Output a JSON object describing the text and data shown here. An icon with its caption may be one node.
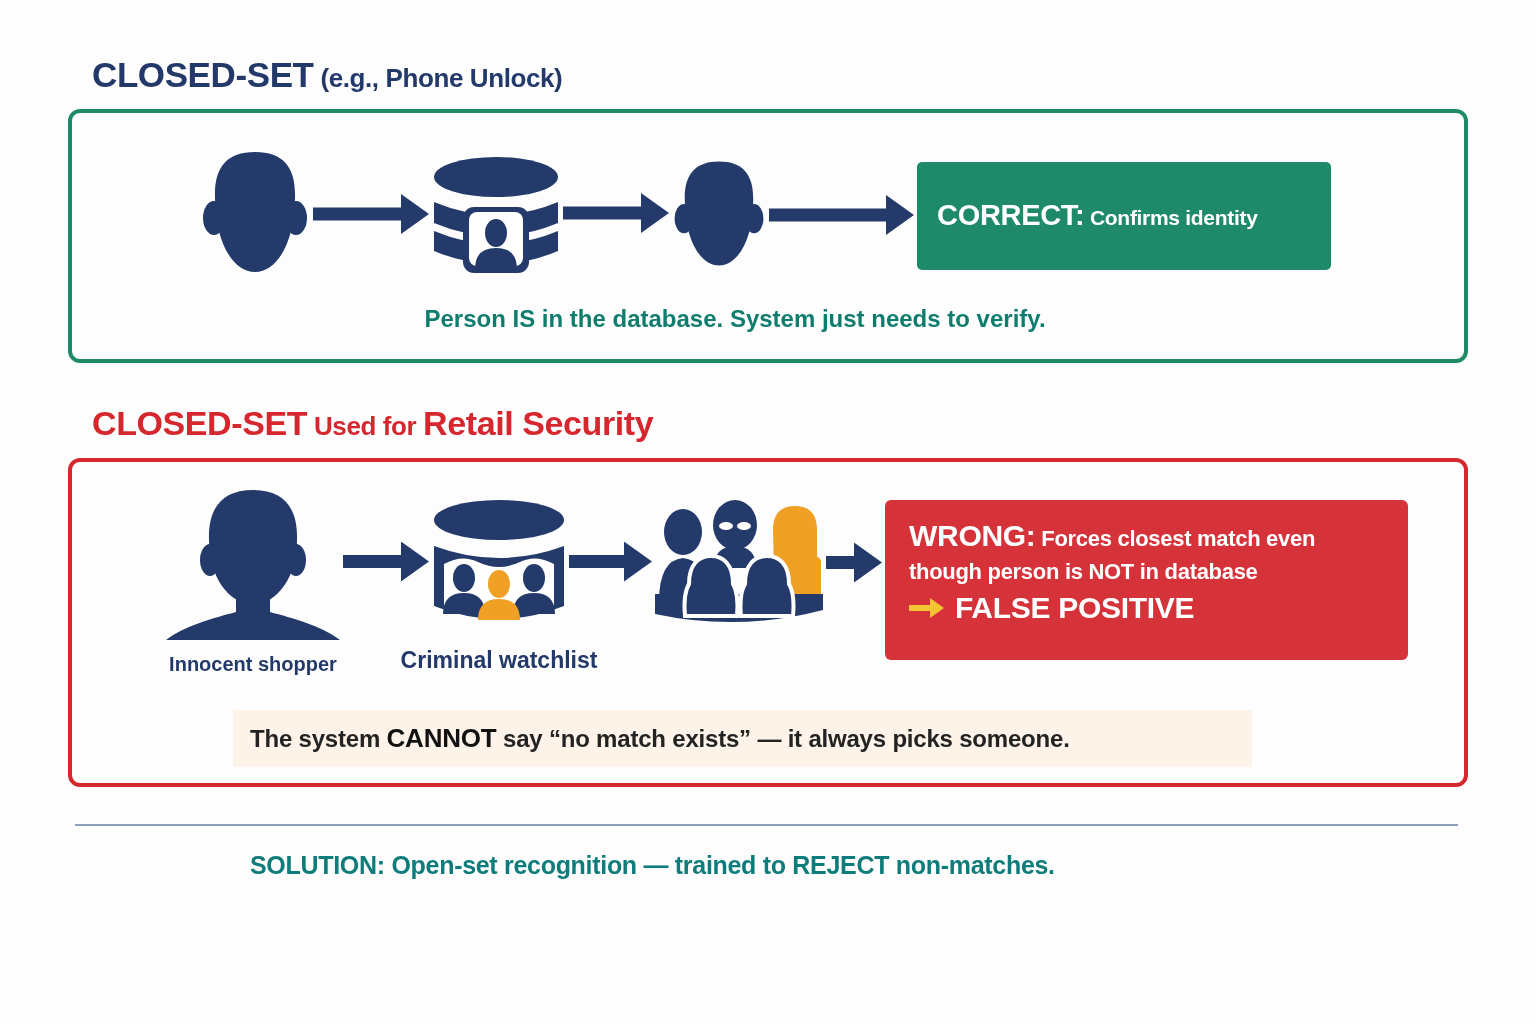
{
  "diagram": {
    "nodes": [
      {
        "text": [
          "**CLOSED-SET** (e.g., Phone Unlock)",
          "Person IS in the database. System just needs to verify."
        ]
      },
      {
        "text": [],
        "shape": "person",
        "in": 0
      },
      {
        "text": [],
        "shape": "cylinder",
        "in": 0
      },
      {
        "text": [],
        "shape": "person",
        "in": 0
      },
      {
        "text": [
          "**CORRECT:** Confirms identity"
        ],
        "in": 0
      },
      {
        "text": [
          "**CLOSED-SET** Used for **Retail Security**"
        ]
      },
      {
        "text": [],
        "shape": "person",
        "in": 5,
        "beside": [
          "Innocent shopper"
        ]
      },
      {
        "text": [],
        "shape": "cylinder",
        "in": 5,
        "beside": [
          "Criminal watchlist"
        ]
      },
      {
        "text": [],
        "shape": "person",
        "in": 5
      },
      {
        "text": [
          "**WRONG:** Forces closest match even though person is NOT in database",
          "FALSE POSITIVE"
        ],
        "in": 5
      },
      {
        "text": [
          "The system **CANNOT** say “no match exists” — it always picks someone."
        ],
        "in": 5
      }
    ],
    "edges": [
      {
        "from": 1,
        "to": 2,
        "arrow": "to"
      },
      {
        "from": 2,
        "to": 3,
        "arrow": "to"
      },
      {
        "from": 3,
        "to": 4,
        "arrow": "to"
      },
      {
        "from": 6,
        "to": 7,
        "arrow": "to"
      },
      {
        "from": 7,
        "to": 8,
        "arrow": "to"
      },
      {
        "from": 8,
        "to": 9,
        "arrow": "to"
      }
    ],
    "labels": [
      "SOLUTION: Open-set recognition — trained to REJECT non-matches."
    ]
  }
}
